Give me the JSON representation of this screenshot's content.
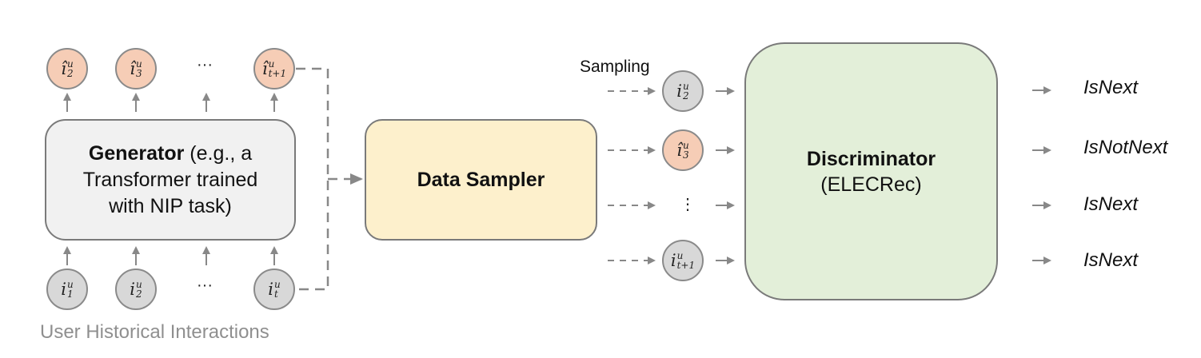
{
  "generator": {
    "title": "Generator",
    "line1_rest": " (e.g., a",
    "line2": "Transformer trained",
    "line3": "with NIP task)"
  },
  "data_sampler": {
    "label": "Data Sampler"
  },
  "discriminator": {
    "title": "Discriminator",
    "subtitle": "(ELECRec)"
  },
  "sampling_label": "Sampling",
  "caption": "User Historical Interactions",
  "top_nodes": [
    {
      "base": "î",
      "sup": "u",
      "sub": "2"
    },
    {
      "base": "î",
      "sup": "u",
      "sub": "3"
    },
    {
      "base": "î",
      "sup": "u",
      "sub": "t+1"
    }
  ],
  "bottom_nodes": [
    {
      "base": "i",
      "sup": "u",
      "sub": "1"
    },
    {
      "base": "i",
      "sup": "u",
      "sub": "2"
    },
    {
      "base": "i",
      "sup": "u",
      "sub": "t"
    }
  ],
  "sampled_nodes": [
    {
      "base": "i",
      "sup": "u",
      "sub": "2"
    },
    {
      "base": "î",
      "sup": "u",
      "sub": "3"
    },
    {
      "base": "i",
      "sup": "u",
      "sub": "t+1"
    }
  ],
  "ellipsis_h": "···",
  "ellipsis_v": "⋮",
  "outputs": [
    "IsNext",
    "IsNotNext",
    "IsNext",
    "IsNext"
  ],
  "colors": {
    "predicted_node": "#f6cdb6",
    "history_node": "#d8d8d8",
    "generator_fill": "#f1f1f1",
    "sampler_fill": "#fdf0cc",
    "discriminator_fill": "#e3efd9",
    "arrow": "#888888"
  }
}
